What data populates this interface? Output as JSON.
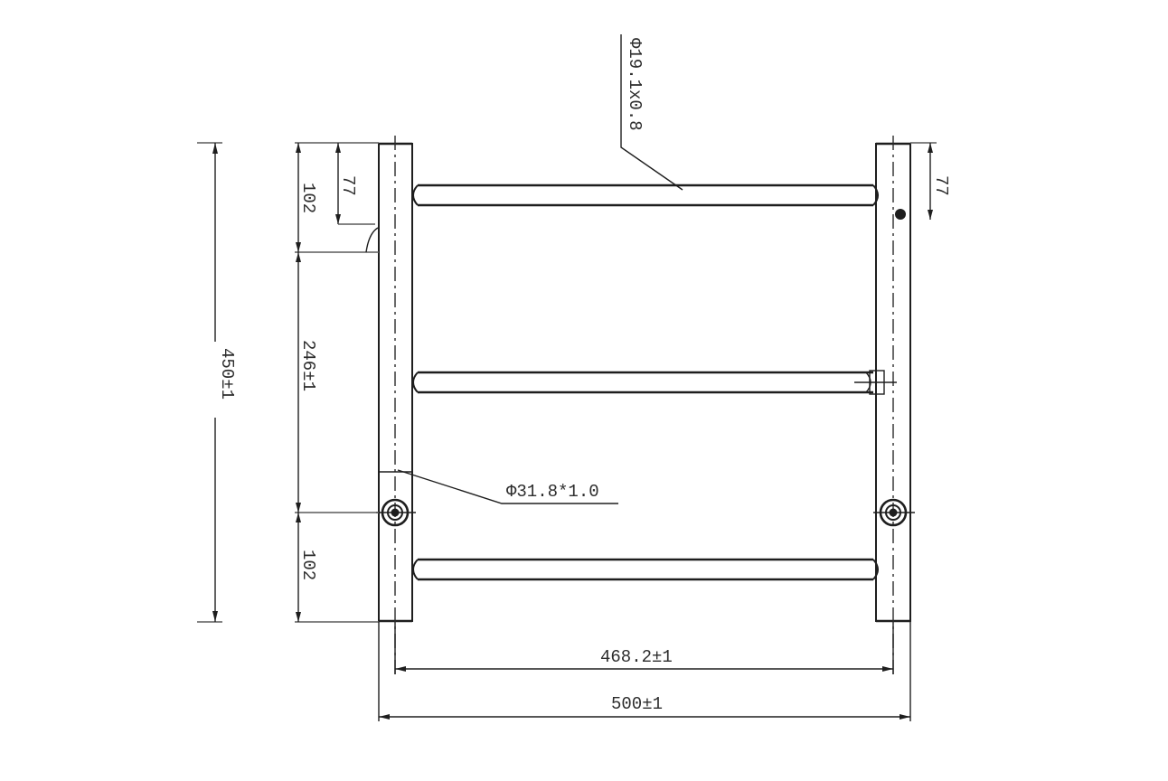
{
  "drawing": {
    "title": "Heated towel rail technical drawing",
    "colors": {
      "line": "#1e1e1e",
      "text": "#2d2d2d",
      "background": "#ffffff"
    },
    "annotations": {
      "bar_diameter": "Φ19.1x0.8",
      "post_diameter": "Φ31.8*1.0"
    },
    "dimensions": {
      "overall_height": "450±1",
      "top_offset_outer": "102",
      "top_offset_inner_left": "77",
      "top_offset_inner_right": "77",
      "middle_span": "246±1",
      "bottom_offset": "102",
      "inner_width": "468.2±1",
      "overall_width": "500±1"
    },
    "components": {
      "posts": [
        "left-post",
        "right-post"
      ],
      "bars": [
        "top-bar",
        "middle-bar",
        "bottom-bar"
      ],
      "mounting_points": [
        "left-mount",
        "right-mount"
      ]
    }
  }
}
